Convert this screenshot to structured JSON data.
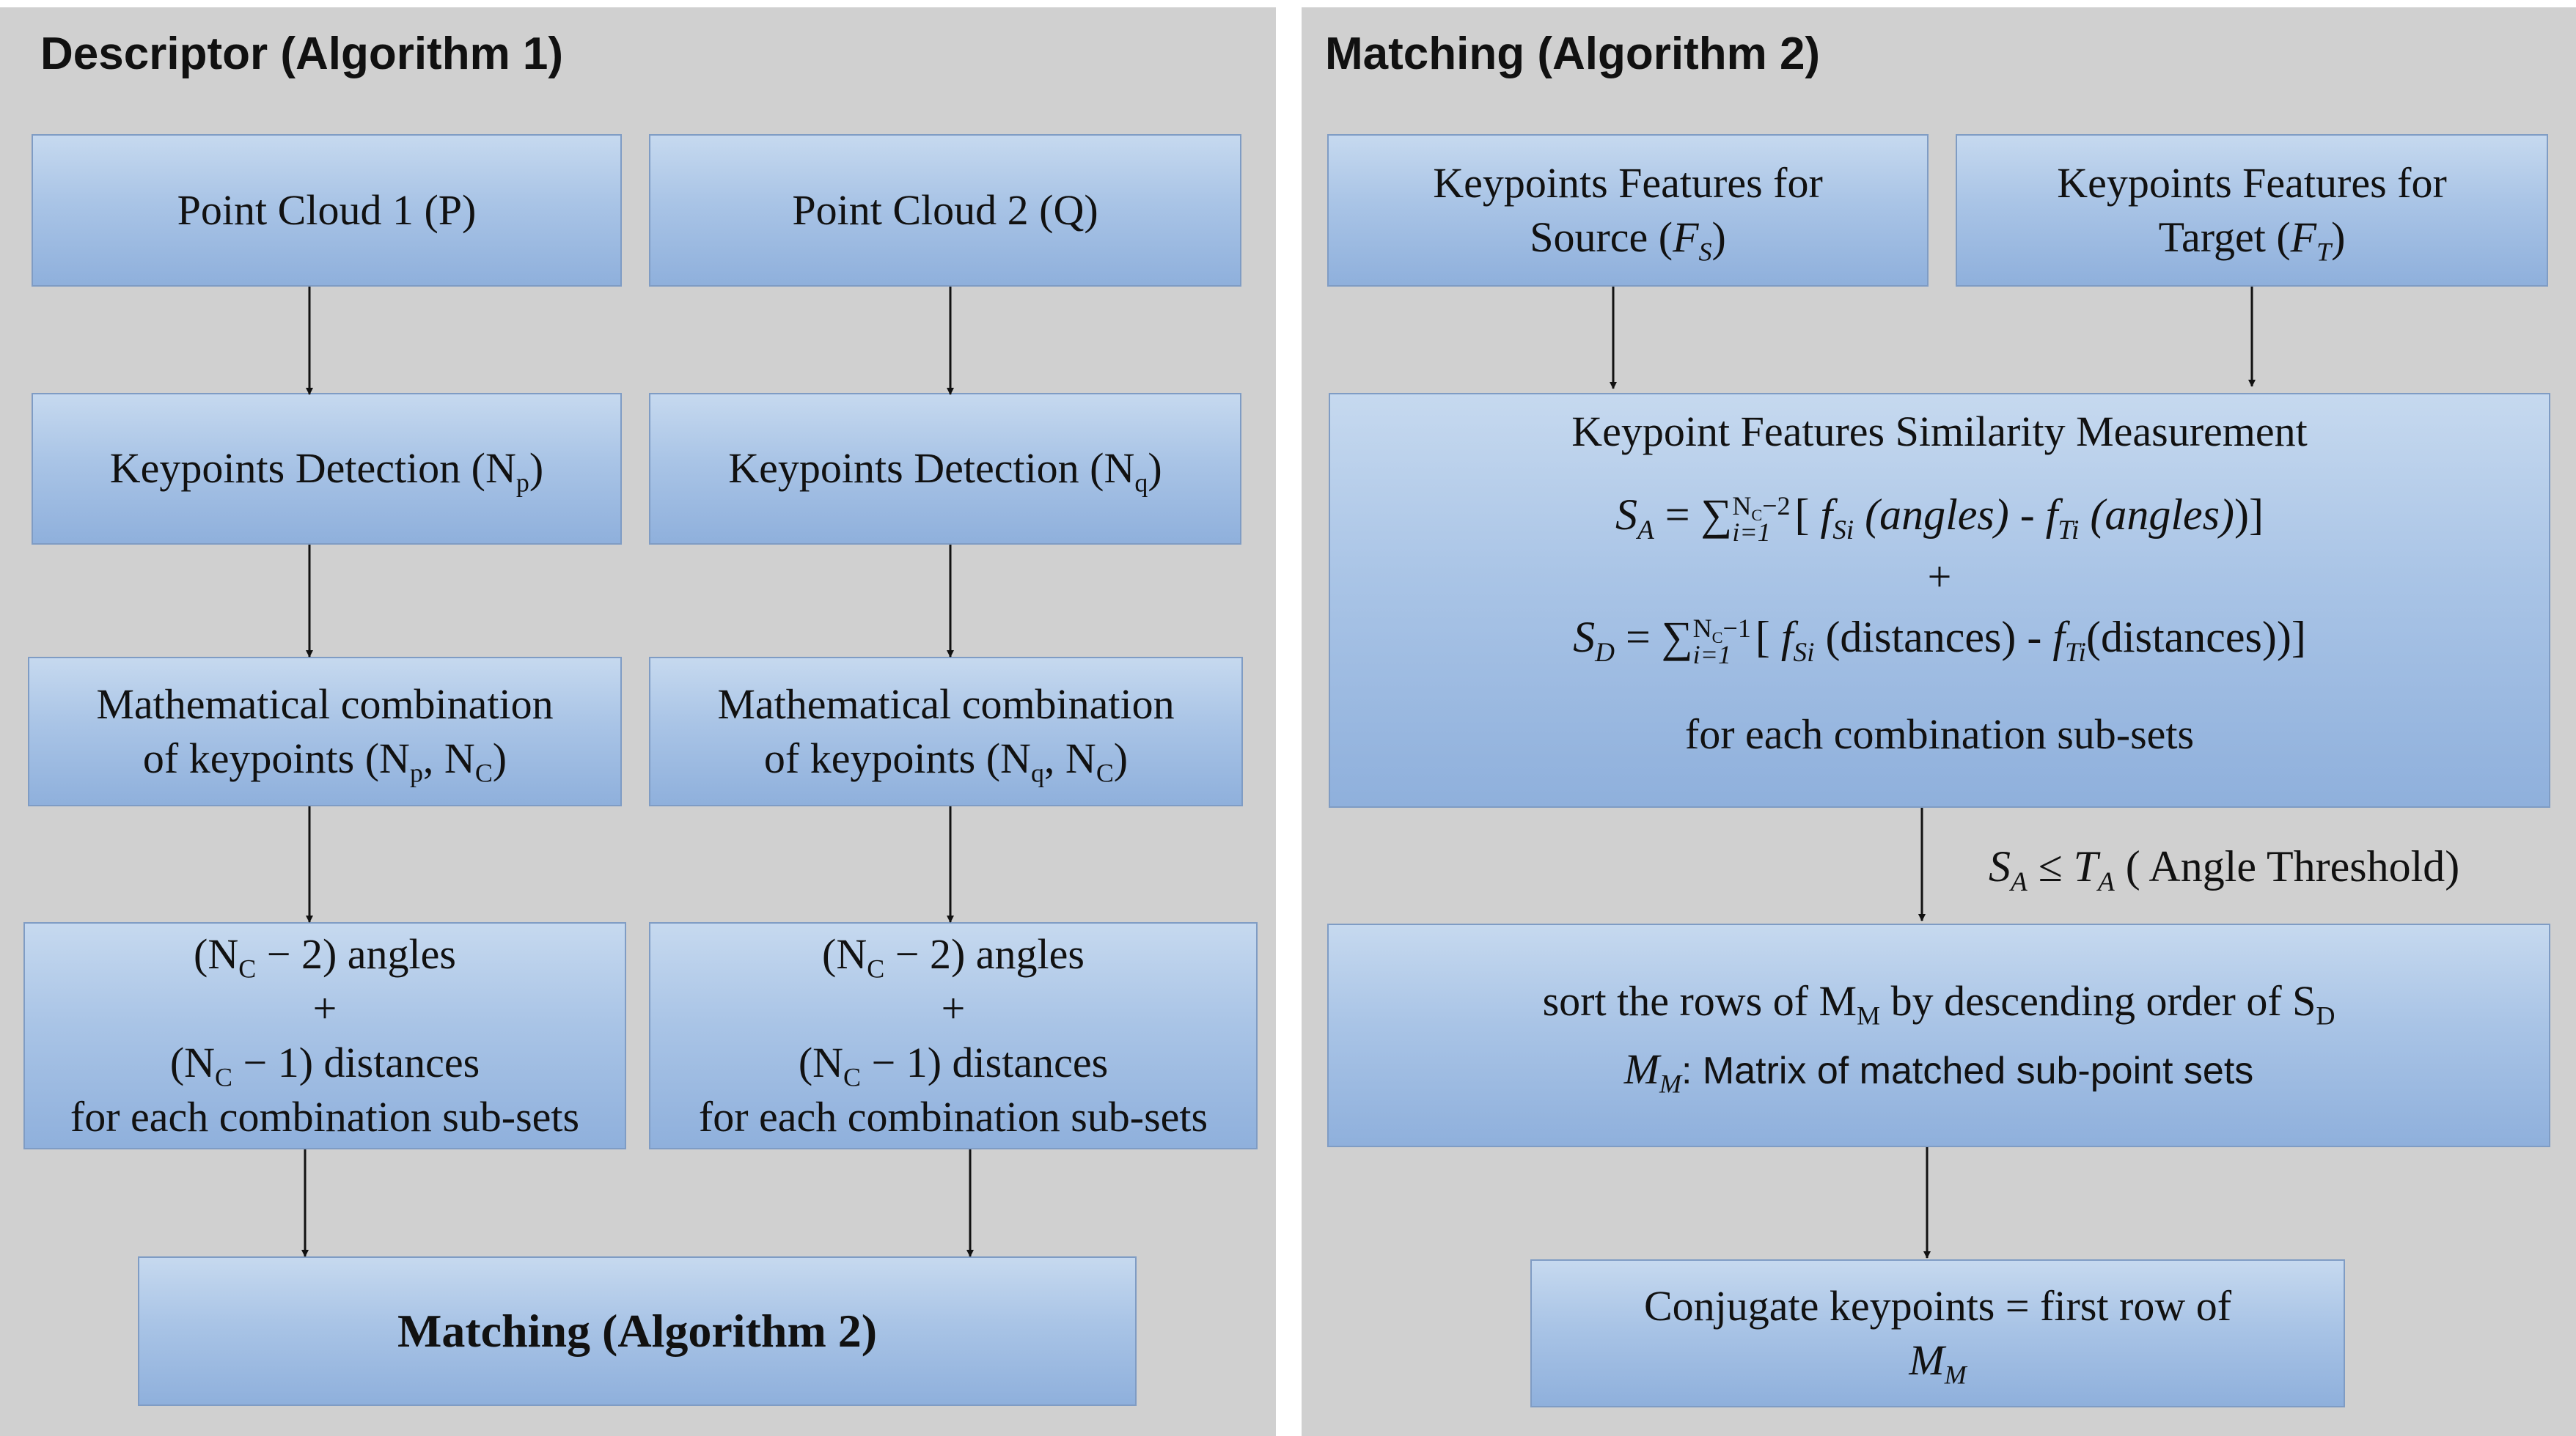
{
  "left_panel": {
    "title": "Descriptor (Algorithm 1)",
    "col1": {
      "input": "Point Cloud 1 (P)",
      "detect_text": "Keypoints Detection (N",
      "detect_sub": "p",
      "detect_close": ")",
      "comb_line1": "Mathematical combination",
      "comb_pre": "of keypoints (N",
      "comb_sub1": "p",
      "comb_mid": ", N",
      "comb_sub2": "C",
      "comb_close": ")"
    },
    "col2": {
      "input": "Point Cloud 2 (Q)",
      "detect_text": "Keypoints Detection (N",
      "detect_sub": "q",
      "detect_close": ")",
      "comb_line1": "Mathematical combination",
      "comb_pre": "of keypoints (N",
      "comb_sub1": "q",
      "comb_mid": ", N",
      "comb_sub2": "C",
      "comb_close": ")"
    },
    "features": {
      "angles_pre": "(N",
      "angles_sub": "C",
      "angles_post": " − 2) angles",
      "plus": "+",
      "dist_pre": "(N",
      "dist_sub": "C",
      "dist_post": " − 1) distances",
      "each": "for each combination sub-sets"
    },
    "output": "Matching (Algorithm 2)"
  },
  "right_panel": {
    "title": "Matching (Algorithm 2)",
    "source": {
      "line1": "Keypoints Features for",
      "line2_pre": "Source (",
      "var": "F",
      "sub": "S",
      "line2_post": ")"
    },
    "target": {
      "line1": "Keypoints Features for",
      "line2_pre": "Target (",
      "var": "F",
      "sub": "T",
      "line2_post": ")"
    },
    "similarity": {
      "title": "Keypoint Features Similarity Measurement",
      "sa_var": "S",
      "sa_sub": "A",
      "eq": " = ∑",
      "sa_upper": "N",
      "sa_upper_sub": "C",
      "sa_upper_post": "−2",
      "lower": "i=1",
      "sa_bracket_open": "[ ",
      "f": "f",
      "fs_sub": "Si",
      "fs_arg": " (angles)",
      "minus": " - ",
      "ft_sub": "Ti",
      "ft_arg": " (angles)",
      "bracket_close": ")]",
      "plus": "+",
      "sd_var": "S",
      "sd_sub": "D",
      "sd_upper_post": "−1",
      "fs_arg_d": " (distances)",
      "ft_arg_d": "(distances)",
      "each": "for each combination sub-sets"
    },
    "threshold": {
      "var": "S",
      "sub": "A",
      "op": " ≤ ",
      "tvar": "T",
      "tsub": "A",
      "text": " ( Angle Threshold)"
    },
    "sort": {
      "line_pre": "sort the rows of M",
      "line_sub": "M",
      "line_mid": " by descending order of S",
      "line_sub2": "D",
      "def_var": "M",
      "def_sub": "M",
      "def_text": ": Matrix of matched sub-point sets"
    },
    "result": {
      "line1": "Conjugate keypoints = first row of",
      "var": "M",
      "sub": "M"
    }
  }
}
